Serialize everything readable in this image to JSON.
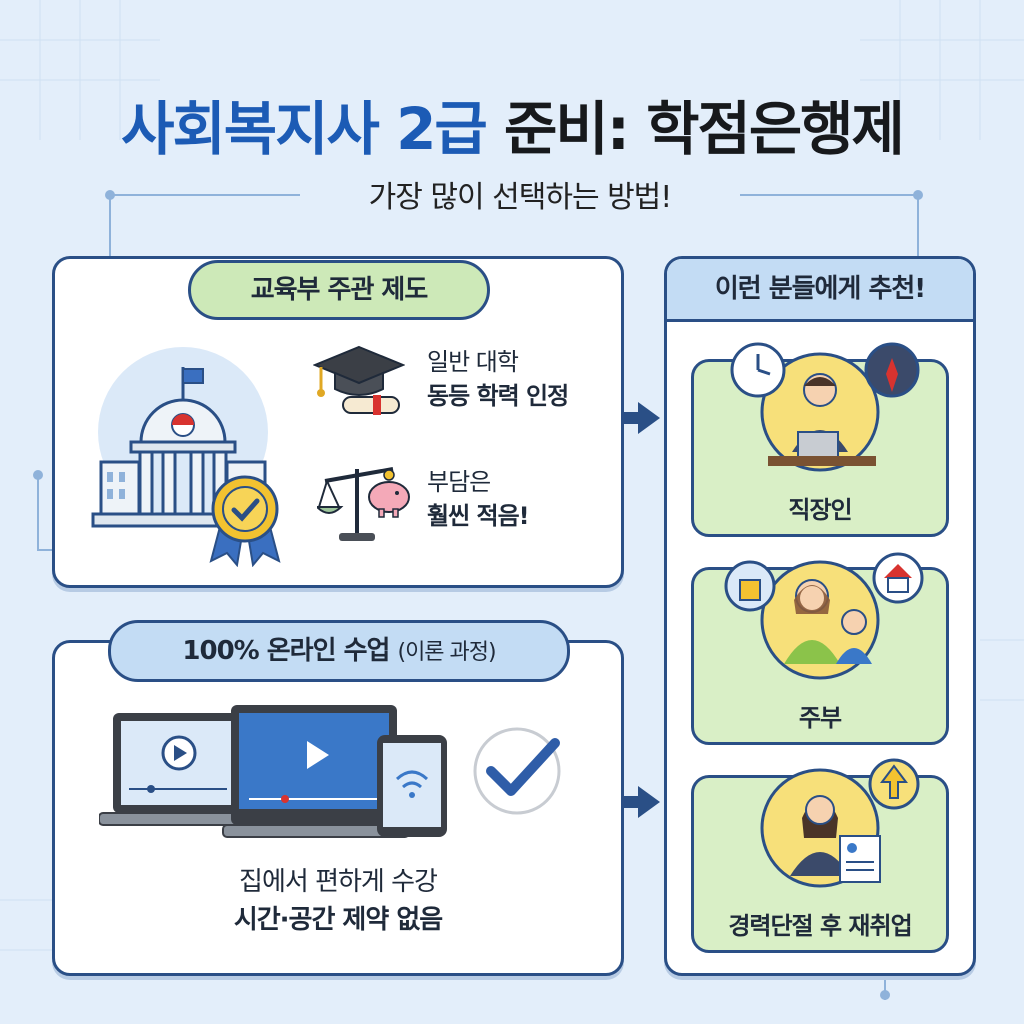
{
  "title": {
    "part1": "사회복지사 2급",
    "part2": "준비: 학점은행제"
  },
  "subtitle": "가장 많이 선택하는 방법!",
  "panel_ministry": {
    "label": "교육부 주관 제도",
    "item1_line1": "일반 대학",
    "item1_line2": "동등 학력 인정",
    "item2_line1": "부담은",
    "item2_line2": "훨씬 적음!"
  },
  "panel_online": {
    "label_main": "100% 온라인 수업",
    "label_sub": "(이론 과정)",
    "line1": "집에서 편하게 수강",
    "line2": "시간·공간 제약 없음"
  },
  "panel_recommend": {
    "header": "이런 분들에게 추천!",
    "items": [
      {
        "label": "직장인"
      },
      {
        "label": "주부"
      },
      {
        "label": "경력단절 후 재취업"
      }
    ]
  },
  "colors": {
    "accent": "#1c5bb5",
    "outline": "#2a4f86",
    "green": "#cde9b8",
    "light_blue": "#c3dcf4"
  }
}
